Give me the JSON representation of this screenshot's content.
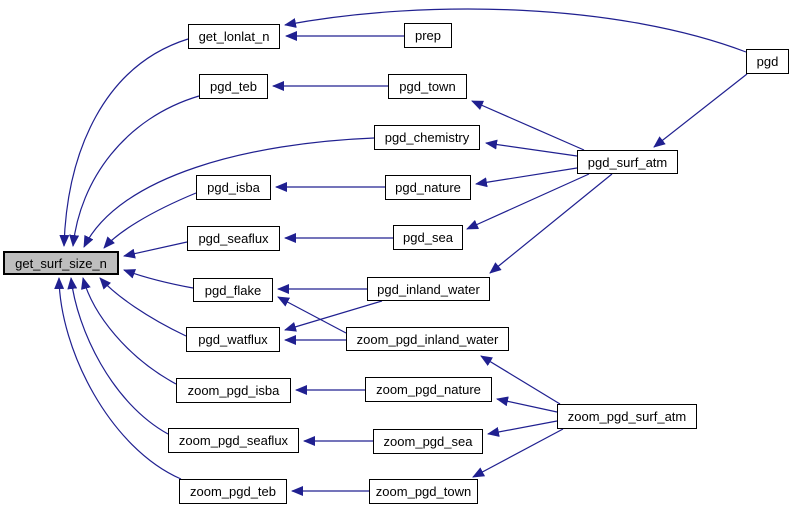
{
  "diagram": {
    "kind": "call-graph",
    "focus_node": "get_surf_size_n",
    "colors": {
      "edge": "#202090",
      "node_fill": "#ffffff",
      "node_border": "#000000",
      "focus_fill": "#bebebe",
      "background": "#ffffff"
    },
    "nodes": {
      "get_surf_size_n": {
        "label": "get_surf_size_n"
      },
      "get_lonlat_n": {
        "label": "get_lonlat_n"
      },
      "pgd_teb": {
        "label": "pgd_teb"
      },
      "pgd_isba": {
        "label": "pgd_isba"
      },
      "pgd_seaflux": {
        "label": "pgd_seaflux"
      },
      "pgd_flake": {
        "label": "pgd_flake"
      },
      "pgd_watflux": {
        "label": "pgd_watflux"
      },
      "zoom_pgd_isba": {
        "label": "zoom_pgd_isba"
      },
      "zoom_pgd_seaflux": {
        "label": "zoom_pgd_seaflux"
      },
      "zoom_pgd_teb": {
        "label": "zoom_pgd_teb"
      },
      "prep": {
        "label": "prep"
      },
      "pgd_town": {
        "label": "pgd_town"
      },
      "pgd_chemistry": {
        "label": "pgd_chemistry"
      },
      "pgd_nature": {
        "label": "pgd_nature"
      },
      "pgd_sea": {
        "label": "pgd_sea"
      },
      "pgd_inland_water": {
        "label": "pgd_inland_water"
      },
      "zoom_pgd_inland_water": {
        "label": "zoom_pgd_inland_water"
      },
      "zoom_pgd_nature": {
        "label": "zoom_pgd_nature"
      },
      "zoom_pgd_sea": {
        "label": "zoom_pgd_sea"
      },
      "zoom_pgd_town": {
        "label": "zoom_pgd_town"
      },
      "pgd_surf_atm": {
        "label": "pgd_surf_atm"
      },
      "zoom_pgd_surf_atm": {
        "label": "zoom_pgd_surf_atm"
      },
      "pgd": {
        "label": "pgd"
      }
    },
    "edges": [
      {
        "from": "prep",
        "to": "get_lonlat_n"
      },
      {
        "from": "pgd",
        "to": "get_lonlat_n"
      },
      {
        "from": "pgd",
        "to": "pgd_surf_atm"
      },
      {
        "from": "pgd_town",
        "to": "pgd_teb"
      },
      {
        "from": "pgd_surf_atm",
        "to": "pgd_town"
      },
      {
        "from": "pgd_surf_atm",
        "to": "pgd_chemistry"
      },
      {
        "from": "pgd_surf_atm",
        "to": "pgd_nature"
      },
      {
        "from": "pgd_surf_atm",
        "to": "pgd_sea"
      },
      {
        "from": "pgd_surf_atm",
        "to": "pgd_inland_water"
      },
      {
        "from": "pgd_nature",
        "to": "pgd_isba"
      },
      {
        "from": "pgd_sea",
        "to": "pgd_seaflux"
      },
      {
        "from": "pgd_inland_water",
        "to": "pgd_flake"
      },
      {
        "from": "pgd_inland_water",
        "to": "pgd_watflux"
      },
      {
        "from": "zoom_pgd_inland_water",
        "to": "pgd_flake"
      },
      {
        "from": "zoom_pgd_inland_water",
        "to": "pgd_watflux"
      },
      {
        "from": "zoom_pgd_surf_atm",
        "to": "zoom_pgd_inland_water"
      },
      {
        "from": "zoom_pgd_surf_atm",
        "to": "zoom_pgd_nature"
      },
      {
        "from": "zoom_pgd_surf_atm",
        "to": "zoom_pgd_sea"
      },
      {
        "from": "zoom_pgd_surf_atm",
        "to": "zoom_pgd_town"
      },
      {
        "from": "zoom_pgd_nature",
        "to": "zoom_pgd_isba"
      },
      {
        "from": "zoom_pgd_sea",
        "to": "zoom_pgd_seaflux"
      },
      {
        "from": "zoom_pgd_town",
        "to": "zoom_pgd_teb"
      },
      {
        "from": "get_lonlat_n",
        "to": "get_surf_size_n"
      },
      {
        "from": "pgd_teb",
        "to": "get_surf_size_n"
      },
      {
        "from": "pgd_chemistry",
        "to": "get_surf_size_n"
      },
      {
        "from": "pgd_isba",
        "to": "get_surf_size_n"
      },
      {
        "from": "pgd_seaflux",
        "to": "get_surf_size_n"
      },
      {
        "from": "pgd_flake",
        "to": "get_surf_size_n"
      },
      {
        "from": "pgd_watflux",
        "to": "get_surf_size_n"
      },
      {
        "from": "zoom_pgd_isba",
        "to": "get_surf_size_n"
      },
      {
        "from": "zoom_pgd_seaflux",
        "to": "get_surf_size_n"
      },
      {
        "from": "zoom_pgd_teb",
        "to": "get_surf_size_n"
      }
    ]
  }
}
